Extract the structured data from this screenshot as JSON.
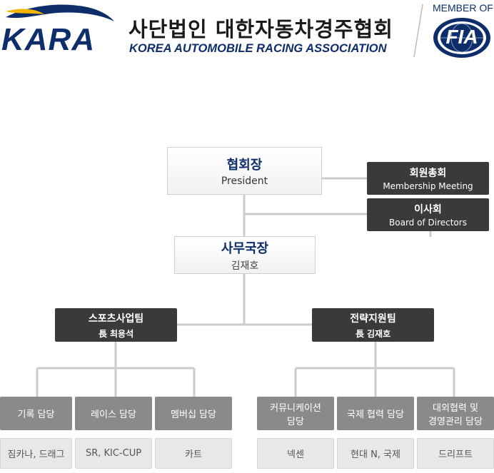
{
  "header": {
    "logo_text": "KARA",
    "title_ko": "사단법인 대한자동차경주협회",
    "title_en": "KOREA AUTOMOBILE RACING ASSOCIATION",
    "member_of": "MEMBER OF",
    "fia_logo": "FIA"
  },
  "org": {
    "president": {
      "ko": "협회장",
      "en": "President"
    },
    "membership": {
      "ko": "회원총회",
      "en": "Membership Meeting"
    },
    "board": {
      "ko": "이사회",
      "en": "Board of Directors"
    },
    "secretary": {
      "title": "사무국장",
      "name": "김재호"
    },
    "sports_team": {
      "name": "스포츠사업팀",
      "head": "長 최용석"
    },
    "strategy_team": {
      "name": "전략지원팀",
      "head": "長 김재호"
    },
    "sports_units": [
      {
        "label": "기록 담당",
        "sub": "짐카나, 드래그"
      },
      {
        "label": "레이스 담당",
        "sub": "SR, KIC-CUP"
      },
      {
        "label": "멤버십 담당",
        "sub": "카트"
      }
    ],
    "strategy_units": [
      {
        "label_line1": "커뮤니케이션",
        "label_line2": "담당",
        "sub": "넥센"
      },
      {
        "label": "국제 협력 담당",
        "sub": "현대 N, 국제"
      },
      {
        "label_line1": "대외협력 및",
        "label_line2": "경영관리 담당",
        "sub": "드리프트"
      }
    ]
  },
  "colors": {
    "accent_blue": "#0d2d6b",
    "accent_yellow": "#f3b400",
    "connector": "#cccccc",
    "dark_box": "#3a3a3a",
    "mid_box": "#8a8a8a"
  }
}
